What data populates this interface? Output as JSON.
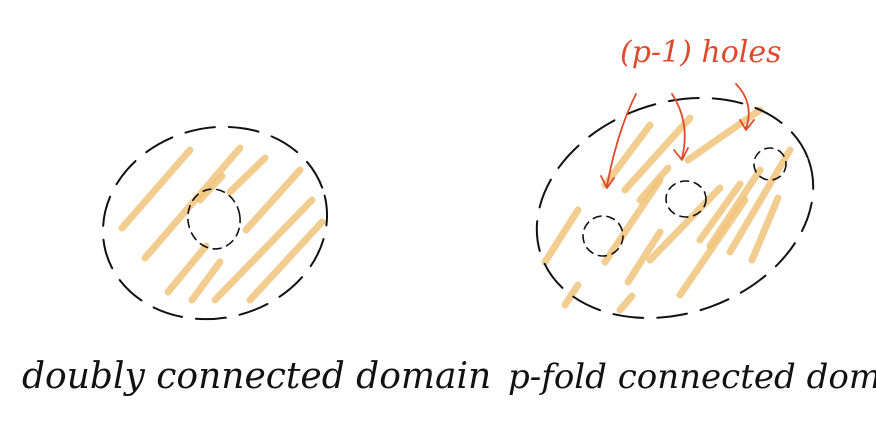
{
  "left_figure": {
    "caption": "doubly connected domain",
    "hatch_color": "#f2c47d",
    "outline_color": "#111111"
  },
  "right_figure": {
    "caption": "p-fold connected domain",
    "annotation": "(p-1) holes",
    "annotation_color": "#e04a2c",
    "hatch_color": "#f2c47d",
    "outline_color": "#111111"
  }
}
